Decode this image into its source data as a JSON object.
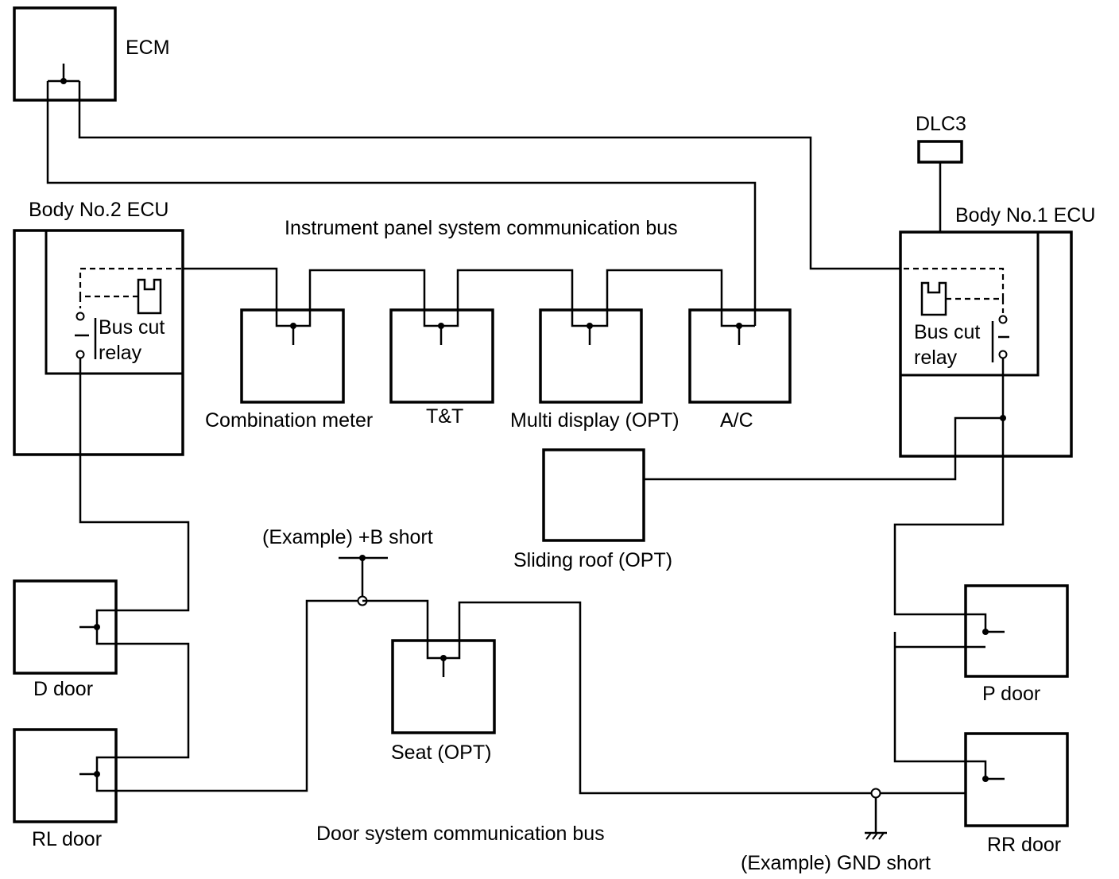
{
  "labels": {
    "ecm": "ECM",
    "dlc3": "DLC3",
    "body2": "Body No.2 ECU",
    "body1": "Body No.1 ECU",
    "ip_bus": "Instrument panel system communication bus",
    "bus_cut_relay_line1": "Bus cut",
    "bus_cut_relay_line2": "relay",
    "combination_meter": "Combination meter",
    "tt": "T&T",
    "multi_display": "Multi display (OPT)",
    "ac": "A/C",
    "sliding_roof": "Sliding roof (OPT)",
    "b_short": "(Example) +B short",
    "d_door": "D door",
    "rl_door": "RL door",
    "seat": "Seat (OPT)",
    "door_bus": "Door system communication bus",
    "gnd_short": "(Example) GND short",
    "p_door": "P door",
    "rr_door": "RR door"
  }
}
